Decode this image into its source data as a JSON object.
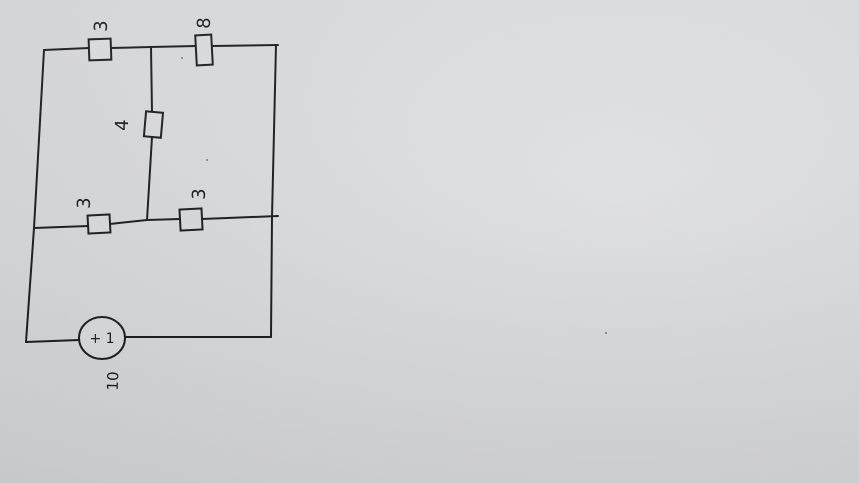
{
  "circuit": {
    "resistors": {
      "top_left": "3",
      "top_right": "8",
      "middle": "4",
      "bottom_left": "3",
      "bottom_right": "3"
    },
    "source": {
      "marking": "+ 1",
      "value": "10"
    }
  },
  "colors": {
    "ink": "#1c1c1c",
    "paper": "#d8d9db"
  }
}
